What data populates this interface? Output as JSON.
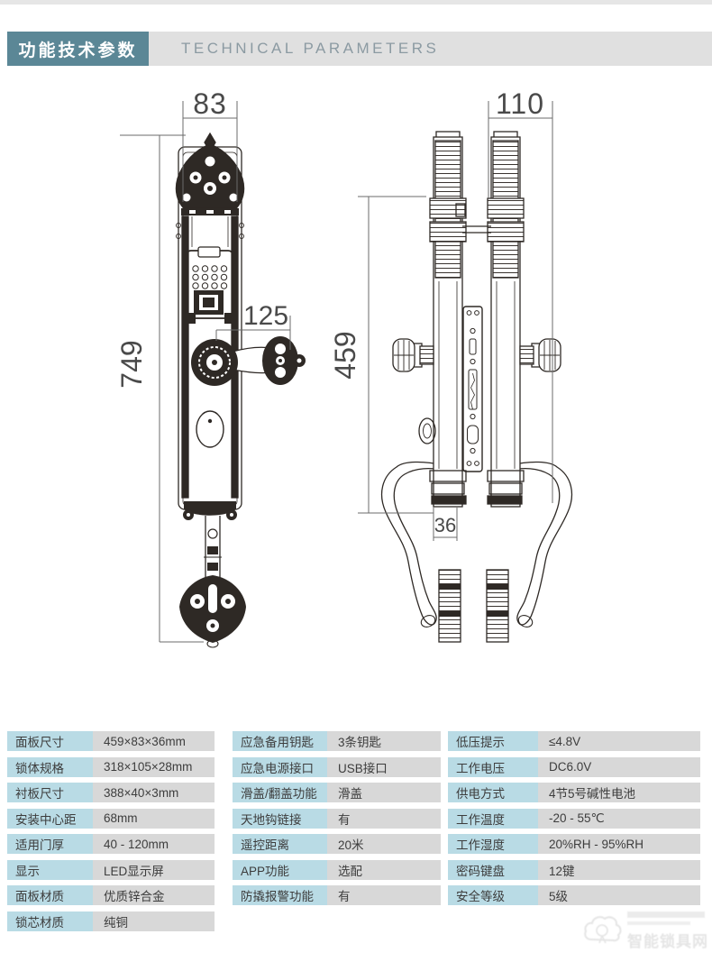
{
  "header": {
    "title_cn": "功能技术参数",
    "title_en": "TECHNICAL PARAMETERS"
  },
  "drawing": {
    "front": {
      "width_label": "83",
      "height_label": "749",
      "handle_label": "125"
    },
    "side": {
      "width_label": "110",
      "height_label": "459",
      "thickness_label": "36"
    }
  },
  "tables": {
    "col1": [
      {
        "label": "面板尺寸",
        "value": "459×83×36mm"
      },
      {
        "label": "锁体规格",
        "value": "318×105×28mm"
      },
      {
        "label": "衬板尺寸",
        "value": "388×40×3mm"
      },
      {
        "label": "安装中心距",
        "value": "68mm"
      },
      {
        "label": "适用门厚",
        "value": "40 - 120mm"
      },
      {
        "label": "显示",
        "value": "LED显示屏"
      },
      {
        "label": "面板材质",
        "value": "优质锌合金"
      },
      {
        "label": "锁芯材质",
        "value": "纯铜"
      }
    ],
    "col2": [
      {
        "label": "应急备用钥匙",
        "value": "3条钥匙"
      },
      {
        "label": "应急电源接口",
        "value": "USB接口"
      },
      {
        "label": "滑盖/翻盖功能",
        "value": "滑盖"
      },
      {
        "label": "天地钩链接",
        "value": "有"
      },
      {
        "label": "遥控距离",
        "value": "20米"
      },
      {
        "label": "APP功能",
        "value": "选配"
      },
      {
        "label": "防撬报警功能",
        "value": "有"
      }
    ],
    "col3": [
      {
        "label": "低压提示",
        "value": "≤4.8V"
      },
      {
        "label": "工作电压",
        "value": "DC6.0V"
      },
      {
        "label": "供电方式",
        "value": "4节5号碱性电池"
      },
      {
        "label": "工作温度",
        "value": "-20 - 55℃"
      },
      {
        "label": "工作湿度",
        "value": "20%RH - 95%RH"
      },
      {
        "label": "密码键盘",
        "value": "12键"
      },
      {
        "label": "安全等级",
        "value": "5级"
      }
    ]
  },
  "watermark": {
    "text_cn": "智能锁具网"
  },
  "colors": {
    "header_accent": "#5b8796",
    "header_bar": "#e0e0e0",
    "table_label_bg": "#b9dbe5",
    "table_value_bg": "#d8d8d8",
    "drawing_line": "#2e2925",
    "dimension_text": "#4a4a4a"
  }
}
